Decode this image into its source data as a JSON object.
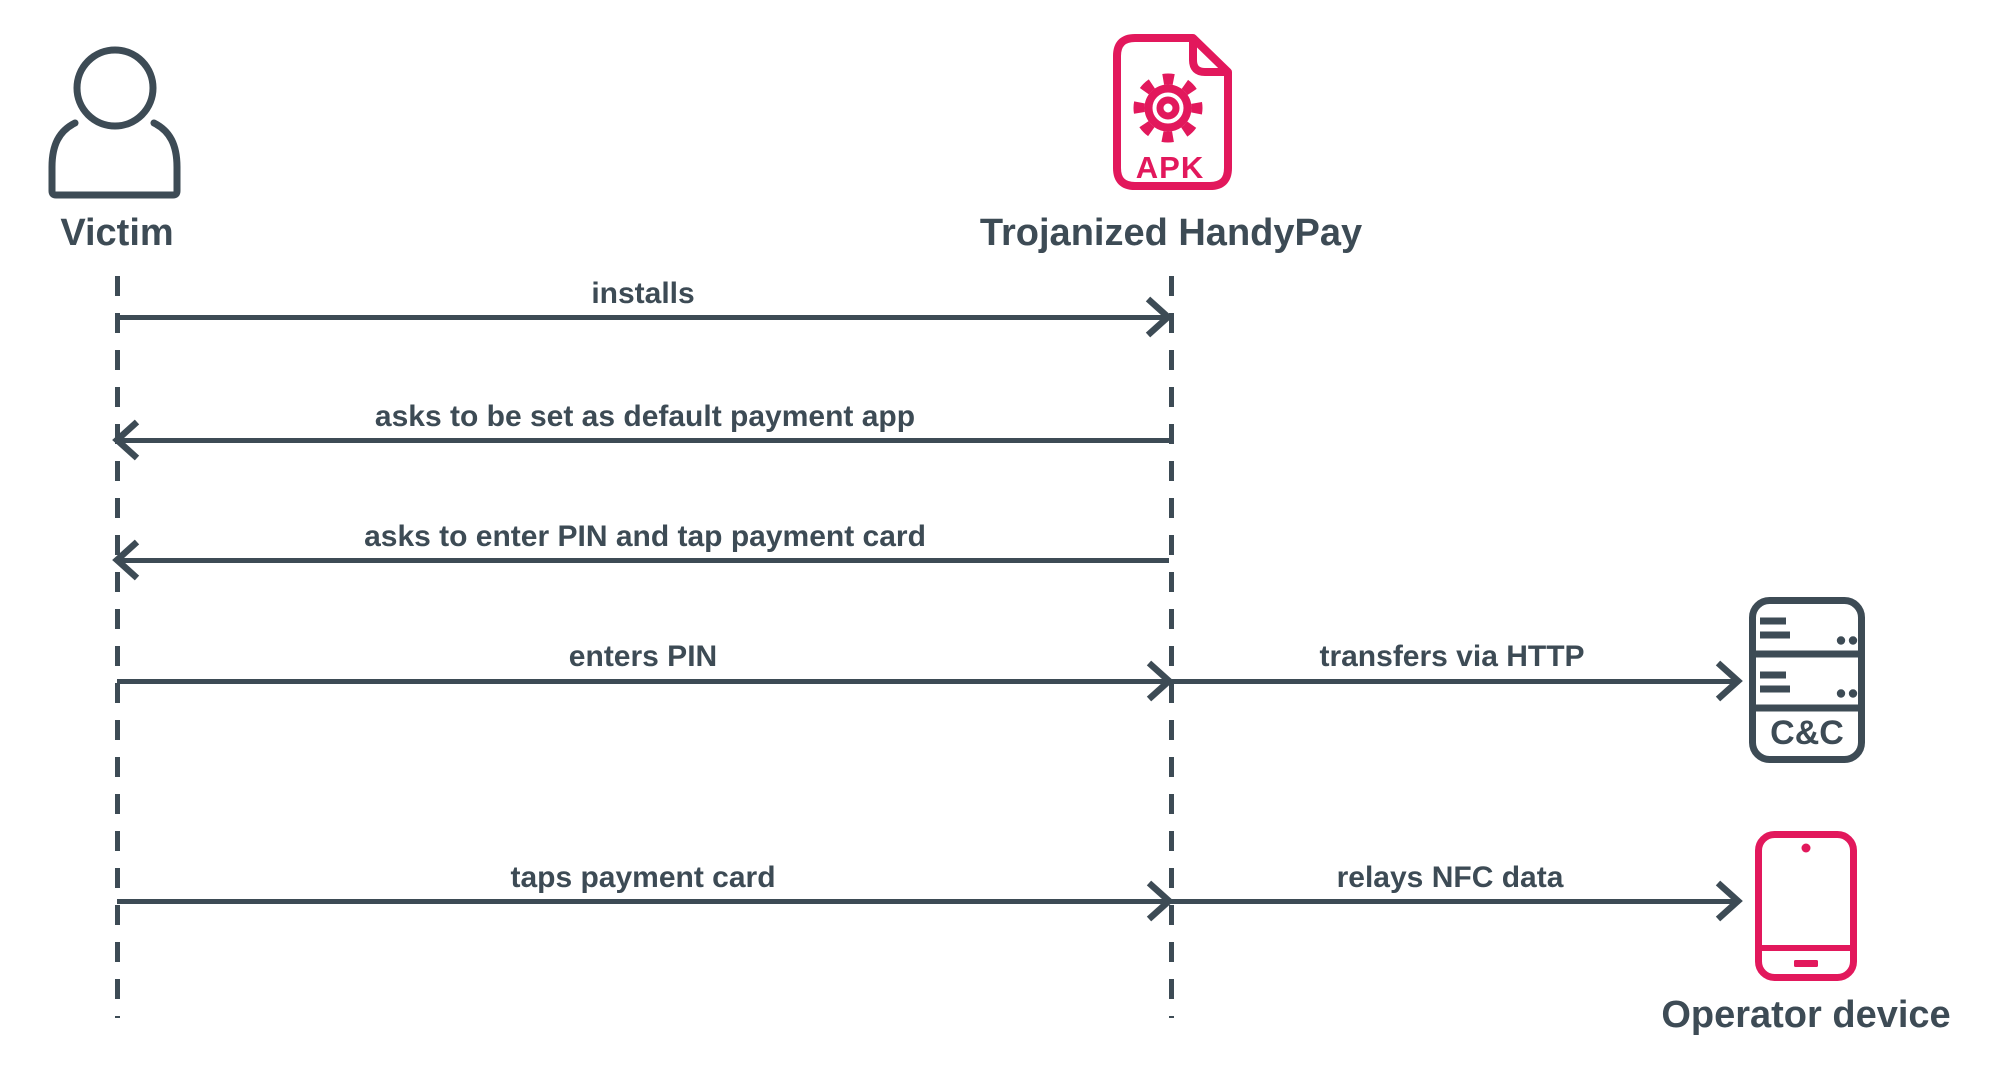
{
  "colors": {
    "ink": "#3d4b55",
    "accent": "#e2185c",
    "background": "#ffffff"
  },
  "actors": {
    "victim": {
      "label": "Victim",
      "icon": "person-icon"
    },
    "trojan": {
      "label": "Trojanized HandyPay",
      "icon": "apk-file-gear-icon",
      "badge": "APK"
    },
    "cnc": {
      "label": "C&C",
      "icon": "server-icon"
    },
    "operator": {
      "label": "Operator device",
      "icon": "smartphone-icon"
    }
  },
  "messages": [
    {
      "label": "installs",
      "from": "Victim",
      "to": "Trojanized HandyPay",
      "direction": "right"
    },
    {
      "label": "asks to be set as default payment app",
      "from": "Trojanized HandyPay",
      "to": "Victim",
      "direction": "left"
    },
    {
      "label": "asks to enter PIN and tap payment card",
      "from": "Trojanized HandyPay",
      "to": "Victim",
      "direction": "left"
    },
    {
      "label": "enters PIN",
      "from": "Victim",
      "to": "Trojanized HandyPay",
      "direction": "right"
    },
    {
      "label": "transfers via HTTP",
      "from": "Trojanized HandyPay",
      "to": "C&C",
      "direction": "right"
    },
    {
      "label": "taps payment card",
      "from": "Victim",
      "to": "Trojanized HandyPay",
      "direction": "right"
    },
    {
      "label": "relays NFC data",
      "from": "Trojanized HandyPay",
      "to": "Operator device",
      "direction": "right"
    }
  ]
}
